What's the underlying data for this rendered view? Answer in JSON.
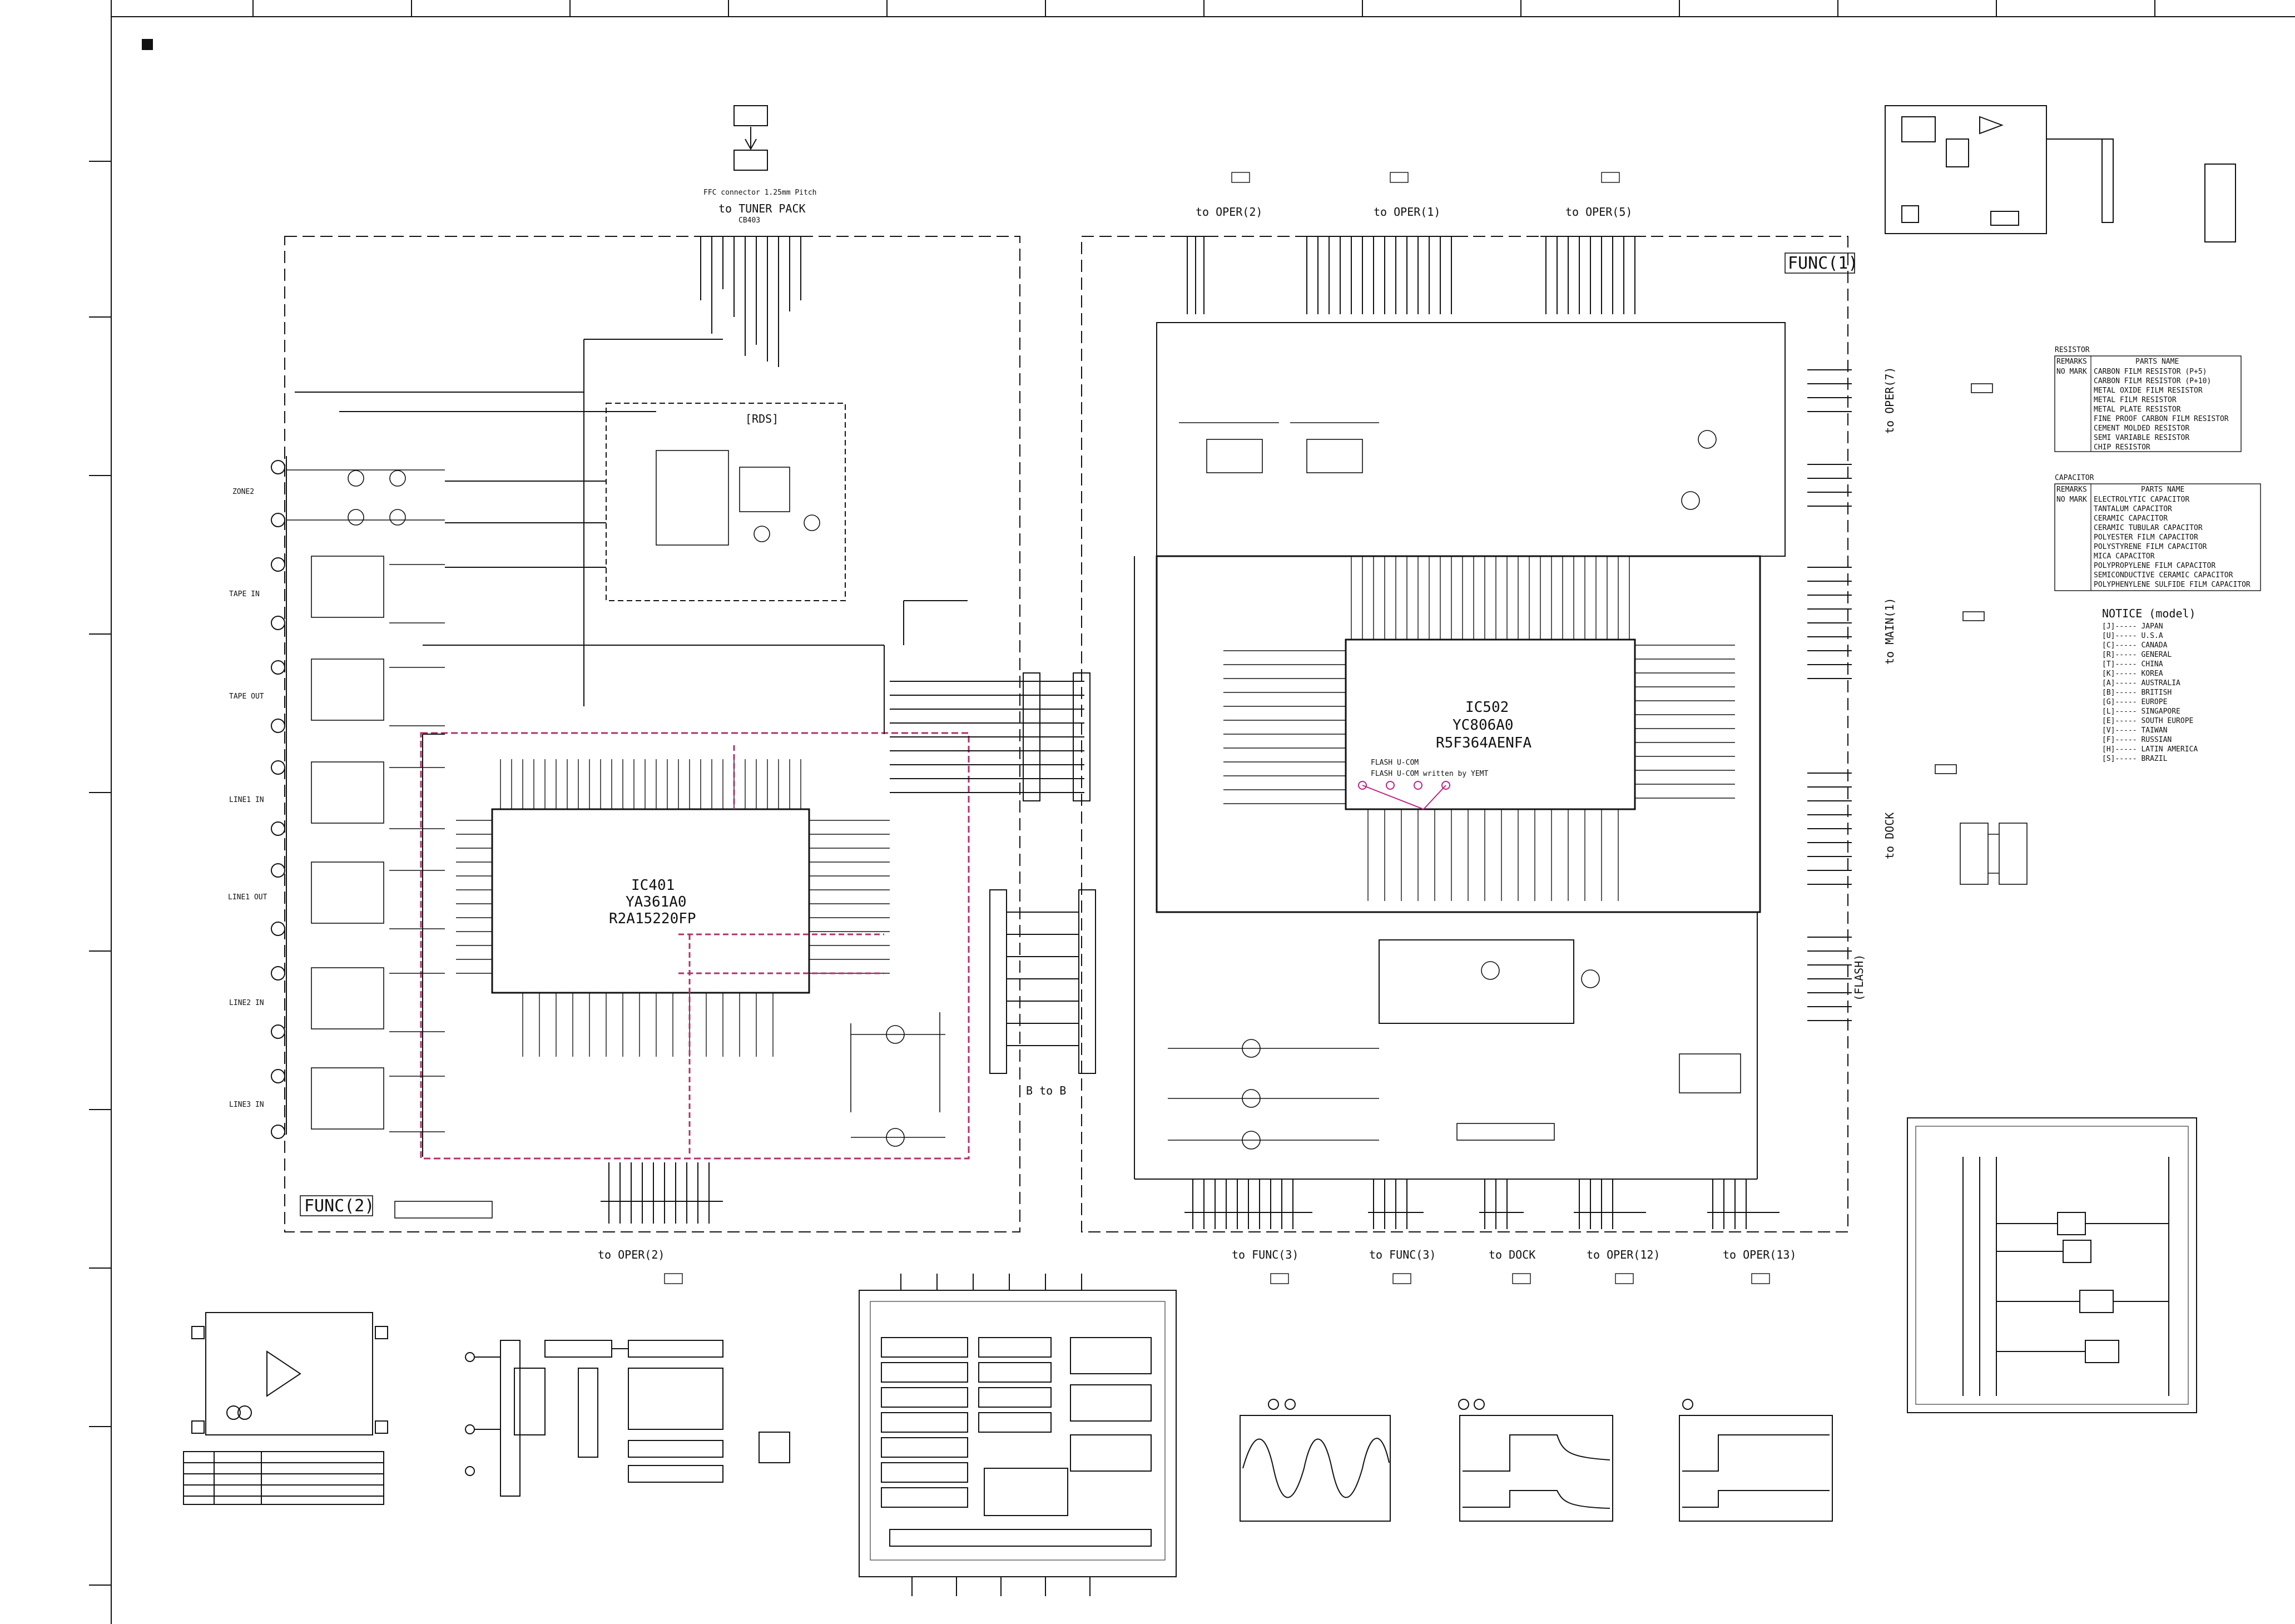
{
  "func2": {
    "title": "FUNC(2)",
    "ic401": {
      "ref": "IC401",
      "part1": "YA361A0",
      "part2": "R2A15220FP"
    },
    "rds_label": "[RDS]",
    "tuner": {
      "caption": "FFC connector 1.25mm Pitch",
      "label": "to TUNER PACK",
      "ref": "CB403"
    },
    "inputs": [
      "ZONE2",
      "TAPE IN",
      "TAPE OUT",
      "LINE1 IN",
      "LINE1 OUT",
      "LINE2 IN",
      "LINE3 IN"
    ],
    "bottom_label": "to OPER(2)",
    "btob_label": "B to B"
  },
  "func1": {
    "title": "FUNC(1)",
    "ic502": {
      "ref": "IC502",
      "part1": "YC806A0",
      "part2": "R5F364AENFA"
    },
    "top_labels": [
      "to OPER(2)",
      "to OPER(1)",
      "to OPER(5)"
    ],
    "right_labels": [
      "to OPER(7)",
      "to MAIN(1)",
      "to DOCK",
      "(FLASH)"
    ],
    "bottom_labels": [
      "to FUNC(3)",
      "to FUNC(3)",
      "to DOCK",
      "to OPER(12)",
      "to OPER(13)"
    ],
    "flash_notes": [
      "FLASH U-COM",
      "FLASH U-COM written by YEMT"
    ]
  },
  "resistor_table": {
    "title": "RESISTOR",
    "headers": [
      "REMARKS",
      "PARTS NAME"
    ],
    "rows": [
      [
        "NO MARK",
        "CARBON FILM RESISTOR (P+5)"
      ],
      [
        "",
        "CARBON FILM RESISTOR (P+10)"
      ],
      [
        "",
        "METAL OXIDE FILM RESISTOR"
      ],
      [
        "",
        "METAL FILM RESISTOR"
      ],
      [
        "",
        "METAL PLATE RESISTOR"
      ],
      [
        "",
        "FINE PROOF CARBON FILM RESISTOR"
      ],
      [
        "",
        "CEMENT MOLDED RESISTOR"
      ],
      [
        "",
        "SEMI VARIABLE RESISTOR"
      ],
      [
        "",
        "CHIP RESISTOR"
      ]
    ]
  },
  "capacitor_table": {
    "title": "CAPACITOR",
    "headers": [
      "REMARKS",
      "PARTS NAME"
    ],
    "rows": [
      [
        "NO MARK",
        "ELECTROLYTIC CAPACITOR"
      ],
      [
        "",
        "TANTALUM CAPACITOR"
      ],
      [
        "",
        "CERAMIC CAPACITOR"
      ],
      [
        "",
        "CERAMIC TUBULAR CAPACITOR"
      ],
      [
        "",
        "POLYESTER FILM CAPACITOR"
      ],
      [
        "",
        "POLYSTYRENE FILM CAPACITOR"
      ],
      [
        "",
        "MICA CAPACITOR"
      ],
      [
        "",
        "POLYPROPYLENE FILM CAPACITOR"
      ],
      [
        "",
        "SEMICONDUCTIVE CERAMIC CAPACITOR"
      ],
      [
        "",
        "POLYPHENYLENE SULFIDE FILM CAPACITOR"
      ]
    ]
  },
  "notice": {
    "title": "NOTICE (model)",
    "items": [
      "[J]----- JAPAN",
      "[U]----- U.S.A",
      "[C]----- CANADA",
      "[R]----- GENERAL",
      "[T]----- CHINA",
      "[K]----- KOREA",
      "[A]----- AUSTRALIA",
      "[B]----- BRITISH",
      "[G]----- EUROPE",
      "[L]----- SINGAPORE",
      "[E]----- SOUTH EUROPE",
      "[V]----- TAIWAN",
      "[F]----- RUSSIAN",
      "[H]----- LATIN AMERICA",
      "[S]----- BRAZIL"
    ]
  },
  "colors": {
    "line": "#111111",
    "highlight": "#b0306a",
    "background": "#ffffff"
  }
}
